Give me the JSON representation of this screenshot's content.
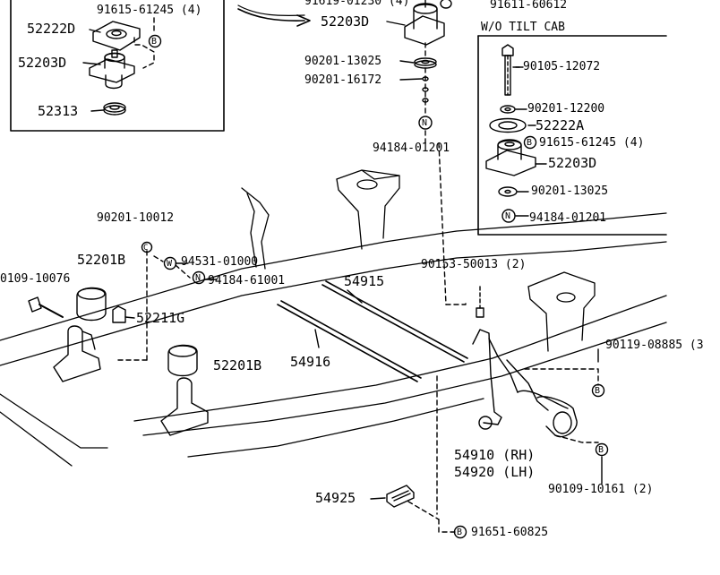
{
  "labels": {
    "top_clip": "91619-01230 (4)",
    "top_right_clip": "91611-60612",
    "wo_tilt_cab": "W/O TILT CAB",
    "inset_91615": "91615-61245 (4)",
    "inset_52222D": "52222D",
    "inset_52203D": "52203D",
    "inset_52313": "52313",
    "center_52203D": "52203D",
    "center_90201_13025": "90201-13025",
    "center_90201_16172": "90201-16172",
    "center_94184_01201": "94184-01201",
    "right_90105_12072": "90105-12072",
    "right_90201_12200": "90201-12200",
    "right_52222A": "52222A",
    "right_91615": "91615-61245 (4)",
    "right_52203D": "52203D",
    "right_90201_13025": "90201-13025",
    "right_94184_01201": "94184-01201",
    "p_90201_10012": "90201-10012",
    "p_52201B_left": "52201B",
    "p_94531": "94531-01000",
    "p_94184_61001": "94184-61001",
    "p_90109_10076": "0109-10076",
    "p_52211G": "52211G",
    "p_52201B_lower": "52201B",
    "p_54915": "54915",
    "p_54916": "54916",
    "p_90153": "90153-50013 (2)",
    "p_90119": "90119-08885 (3",
    "p_54910": "54910 (RH)",
    "p_54920": "54920 (LH)",
    "p_90109_10161": "90109-10161 (2)",
    "p_54925": "54925",
    "p_91651": "91651-60825"
  },
  "symbols": {
    "B": "B",
    "N": "N",
    "W": "W",
    "C": "C"
  }
}
